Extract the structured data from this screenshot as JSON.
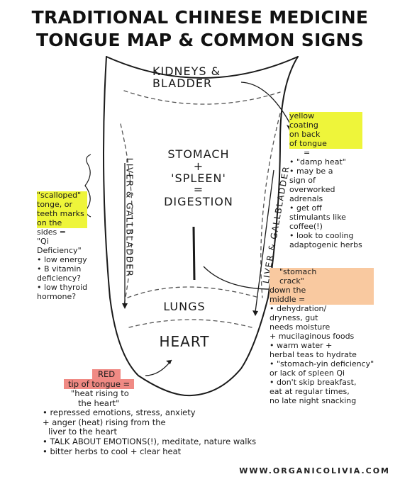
{
  "title": {
    "line1": "TRADITIONAL CHINESE MEDICINE",
    "line2": "TONGUE MAP & COMMON SIGNS"
  },
  "zones": {
    "kidneys": "KIDNEYS & BLADDER",
    "stomach_line1": "STOMACH",
    "stomach_plus": "+",
    "stomach_line2": "'SPLEEN'",
    "stomach_eq": "=",
    "stomach_line3": "DIGESTION",
    "liver_left": "LIVER & GALLBLADDER",
    "liver_right": "LIVER & GALLBLADDER",
    "lungs": "LUNGS",
    "heart": "HEART"
  },
  "notes": {
    "yellow": {
      "heading": [
        "yellow",
        "coating",
        "on back",
        "of tongue"
      ],
      "eq": "=",
      "items": [
        "• \"damp heat\"",
        "• may be a",
        "sign of",
        "overworked",
        "adrenals",
        "• get off",
        "stimulants like",
        "coffee(!)",
        "• look to cooling",
        "adaptogenic herbs"
      ]
    },
    "scalloped": {
      "heading": [
        "\"scalloped\"",
        "tonge, or",
        "teeth marks",
        "on the",
        "sides ="
      ],
      "qi": "\"Qi",
      "qi2": "Deficiency\"",
      "items": [
        "• low energy",
        "• B vitamin",
        "deficiency?",
        "• low thyroid",
        "hormone?"
      ]
    },
    "crack": {
      "heading": [
        "\"stomach",
        "crack\""
      ],
      "heading2": "down the",
      "heading3": "middle =",
      "items": [
        "• dehydration/",
        "dryness, gut",
        "needs moisture",
        "+ mucilaginous foods",
        "• warm water +",
        "herbal teas to hydrate",
        "• \"stomach-yin deficiency\"",
        "or lack of spleen Qi",
        "• don't skip breakfast,",
        "eat at regular times,",
        "no late night snacking"
      ]
    },
    "red": {
      "heading": "RED",
      "heading2": "tip of tongue =",
      "quote": [
        "\"heat rising to",
        "the heart\""
      ],
      "items": [
        "• repressed emotions, stress, anxiety",
        "+ anger (heat) rising from the",
        "liver to the heart",
        "• TALK ABOUT EMOTIONS(!), meditate, nature walks",
        "• bitter herbs to cool + clear heat"
      ]
    }
  },
  "website": "WWW.ORGANICOLIVIA.COM",
  "colors": {
    "yellow_highlight": "#eef53a",
    "orange_highlight": "#f9c9a0",
    "red_highlight": "#f08a84",
    "ink": "#1a1a1a"
  }
}
